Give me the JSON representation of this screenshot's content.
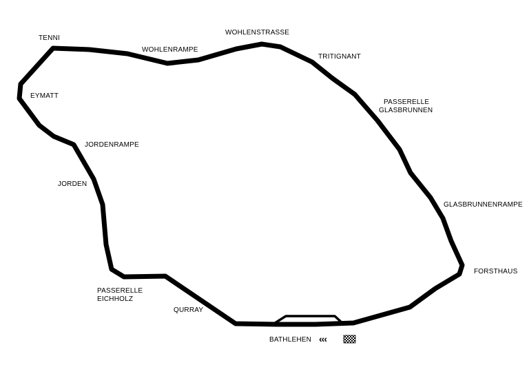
{
  "map": {
    "colors": {
      "background": "#ffffff",
      "track": "#000000",
      "text": "#000000"
    },
    "corners": {
      "tenni": "TENNI",
      "wohlenrampe": "WOHLENRAMPE",
      "wohlenstrasse": "WOHLENSTRASSE",
      "tritignant": "TRITIGNANT",
      "passerelle_glasbrunnen_1": "PASSERELLE",
      "passerelle_glasbrunnen_2": "GLASBRUNNEN",
      "eymatt": "EYMATT",
      "jordenrampe": "JORDENRAMPE",
      "jorden": "JORDEN",
      "glasbrunnenrampe": "GLASBRUNNENRAMPE",
      "forsthaus": "FORSTHAUS",
      "passerelle_eichholz_1": "PASSERELLE",
      "passerelle_eichholz_2": "EICHHOLZ",
      "qurray": "QURRAY",
      "bathlehen": "BATHLEHEN"
    },
    "direction_marker": "‹‹‹",
    "finish_flag": "checkered-flag-icon"
  }
}
